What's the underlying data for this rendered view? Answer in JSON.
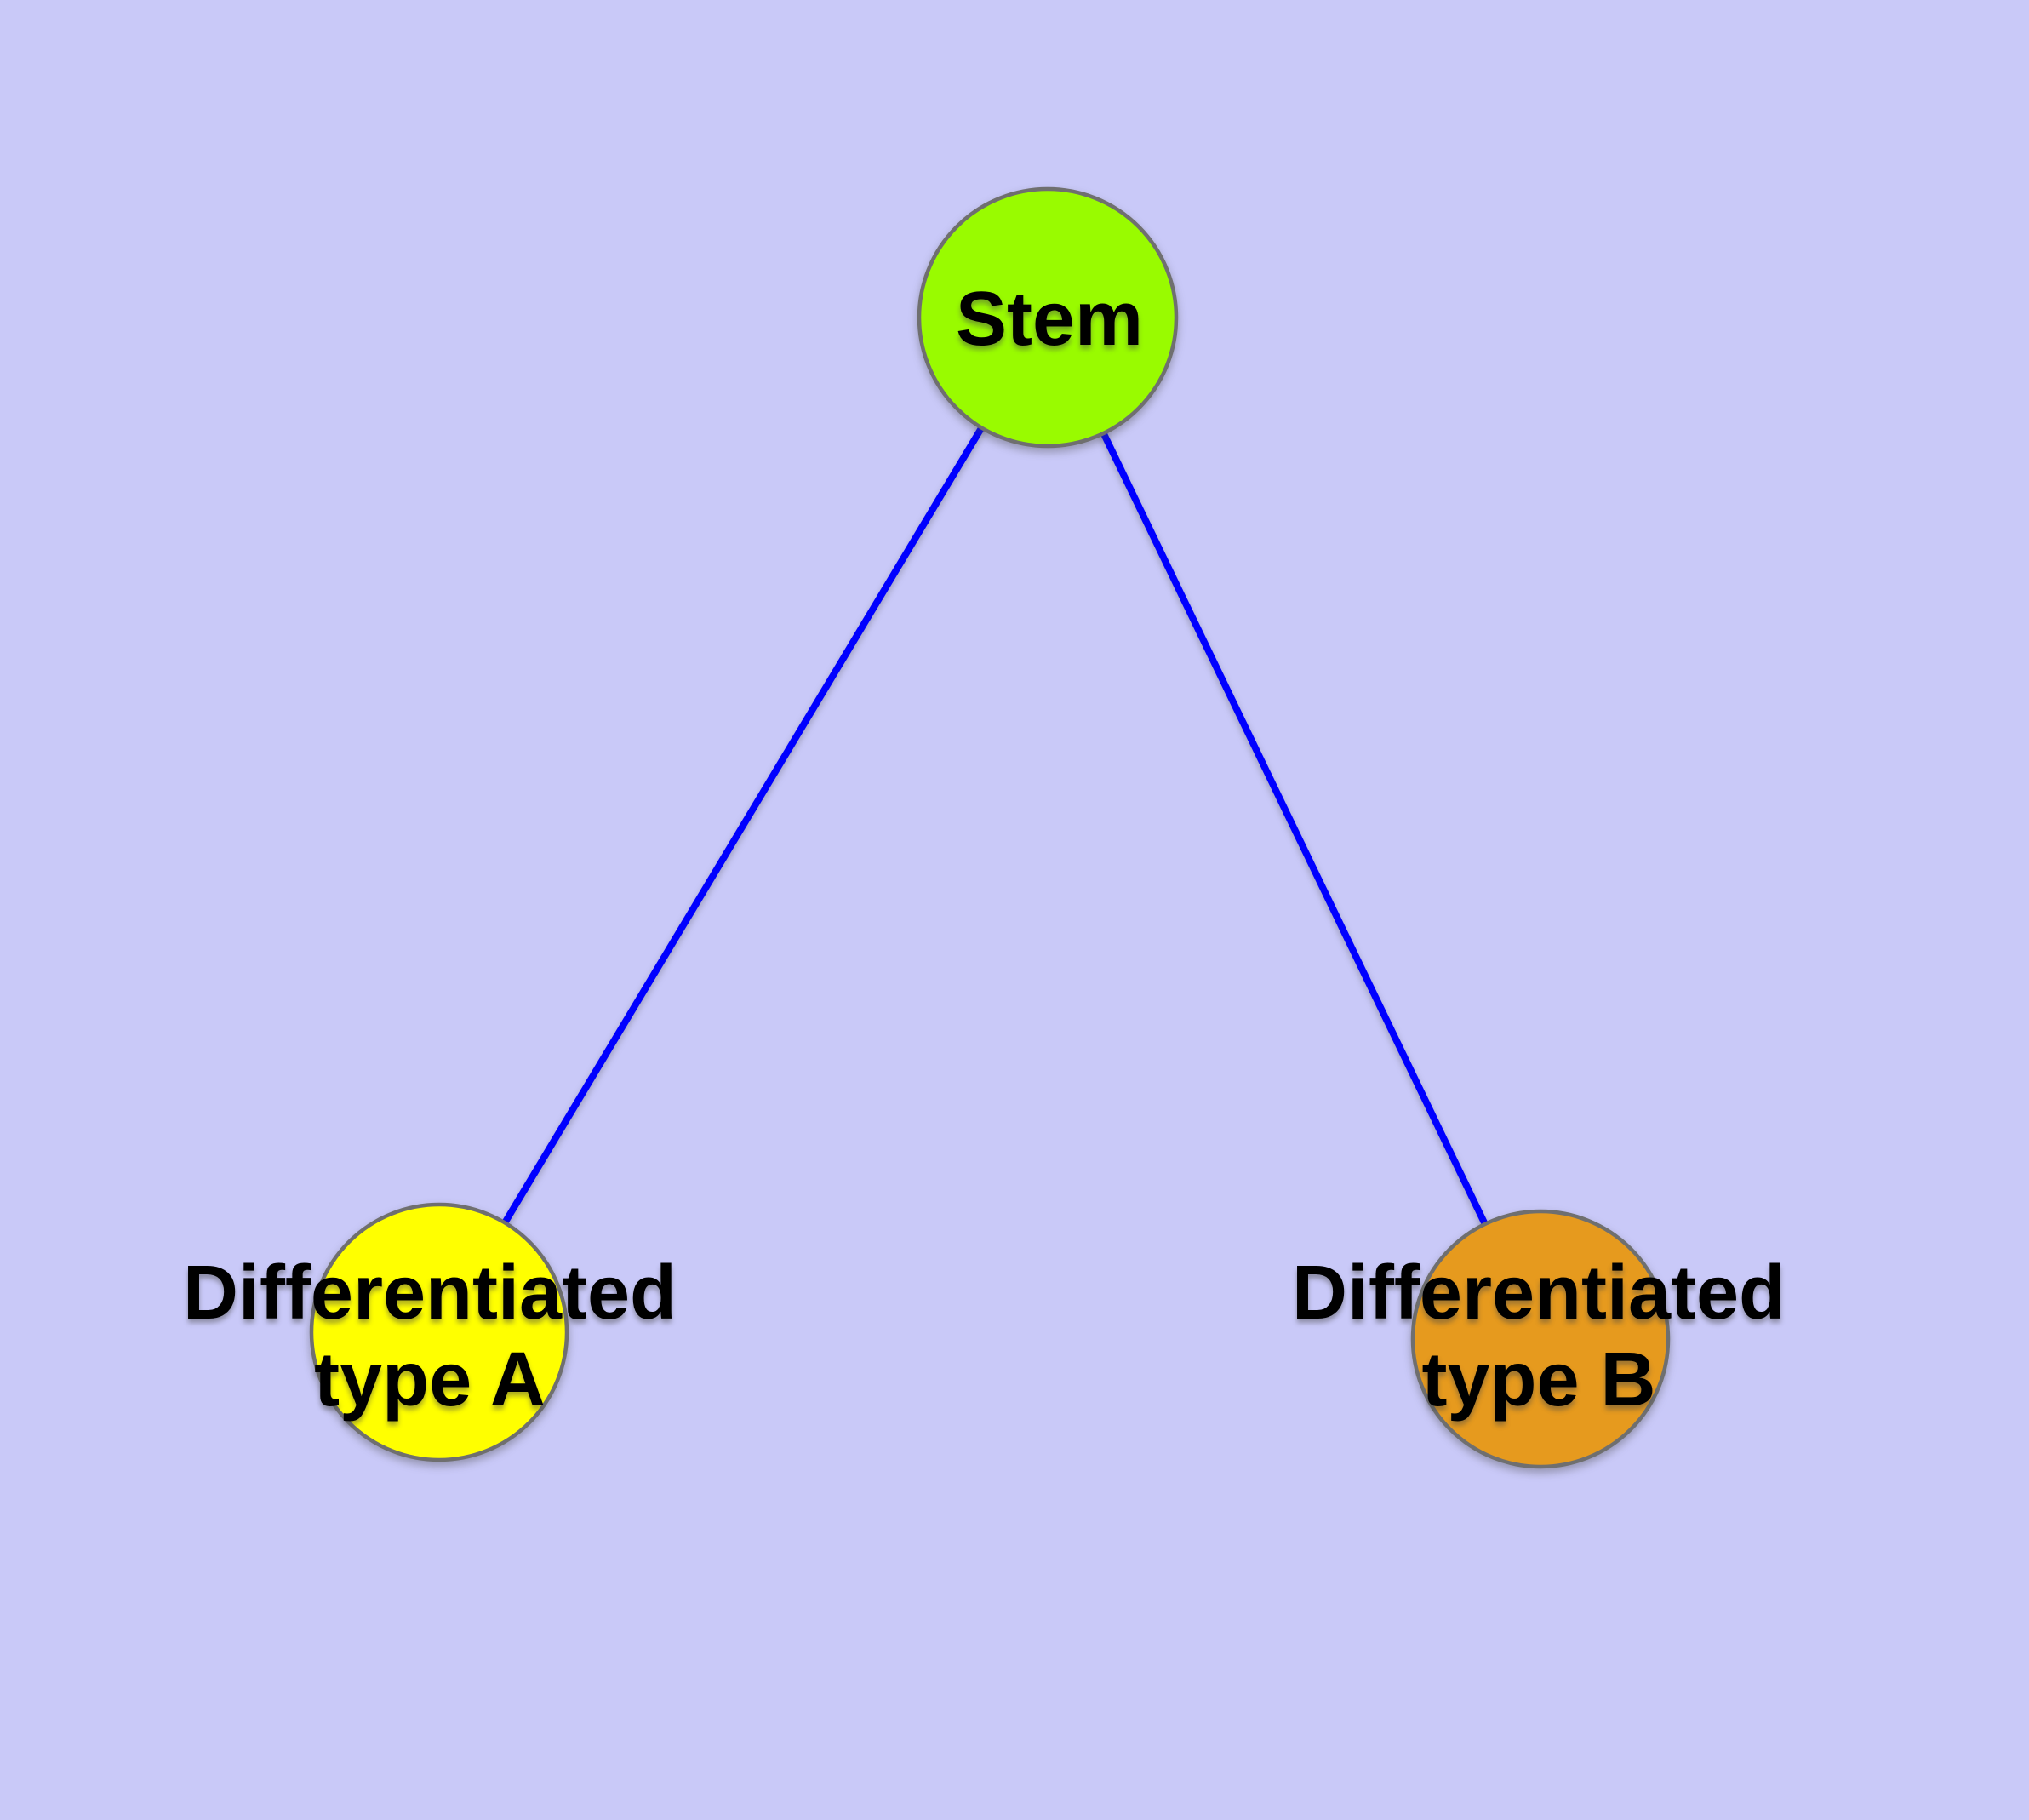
{
  "diagram": {
    "type": "graph",
    "background_color": "#c9c9f8",
    "edge_color": "#0000ff",
    "node_border_color": "#6f6f6f",
    "label_color": "#000000",
    "nodes": [
      {
        "id": "stem",
        "label": "Stem",
        "label_lines": [
          "Stem"
        ],
        "fill": "#99fb00"
      },
      {
        "id": "differentiated-type-a",
        "label": "Differentiated type A",
        "label_lines": [
          "Differentiated",
          "type A"
        ],
        "fill": "#ffff00"
      },
      {
        "id": "differentiated-type-b",
        "label": "Differentiated type B",
        "label_lines": [
          "Differentiated",
          "type B"
        ],
        "fill": "#e69a1e"
      }
    ],
    "edges": [
      {
        "from": "Stem",
        "to": "Differentiated type A"
      },
      {
        "from": "Stem",
        "to": "Differentiated type B"
      }
    ]
  }
}
